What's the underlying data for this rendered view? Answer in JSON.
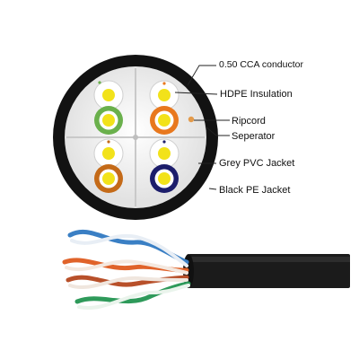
{
  "labels": {
    "conductor": "0.50 CCA conductor",
    "insulation": "HDPE Insulation",
    "ripcord": "Ripcord",
    "separator": "Seperator",
    "grey_jacket": "Grey PVC Jacket",
    "black_jacket": "Black PE Jacket"
  },
  "colors": {
    "outer_jacket": "#121212",
    "inner_jacket": "#eeeeee",
    "separator": "#d0d0d0",
    "conductor": "#f2e21a",
    "pair_blue": "#1c1d6b",
    "pair_orange": "#e8781e",
    "pair_green": "#6ab04c",
    "pair_brown": "#c46a18",
    "ripcord": "#e39a4a"
  }
}
